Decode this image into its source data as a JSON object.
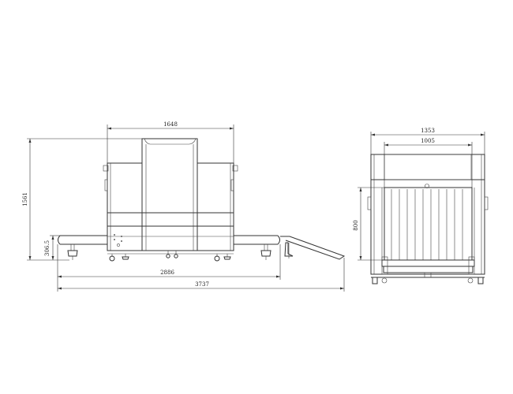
{
  "side_view": {
    "dimensions": {
      "machine_width": "1648",
      "total_height": "1561",
      "conveyor_height": "306.5",
      "conveyor_length": "2886",
      "overall_length": "3737"
    }
  },
  "front_view": {
    "dimensions": {
      "outer_width": "1353",
      "tunnel_width": "1005",
      "tunnel_height": "800"
    }
  }
}
